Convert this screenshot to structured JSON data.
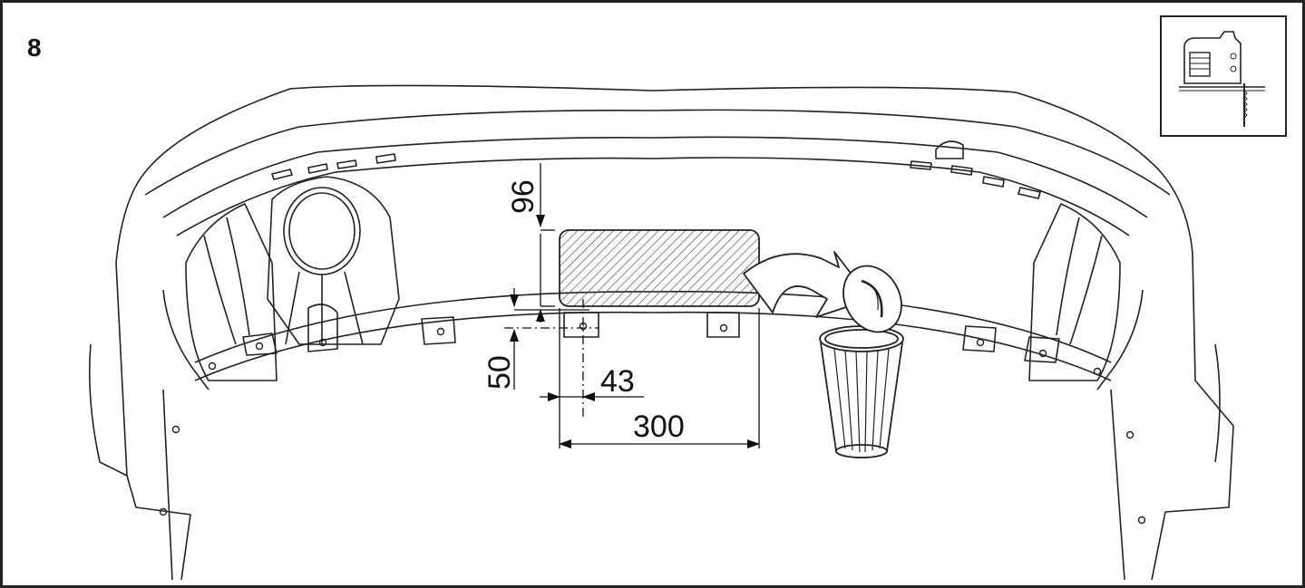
{
  "step_number": "8",
  "tool_icon": "jigsaw-icon",
  "dimensions": {
    "top_offset": "96",
    "bottom_offset": "50",
    "hole_offset": "43",
    "cut_width": "300"
  },
  "colors": {
    "line": "#222222",
    "hatch": "#555555",
    "background": "#ffffff"
  }
}
